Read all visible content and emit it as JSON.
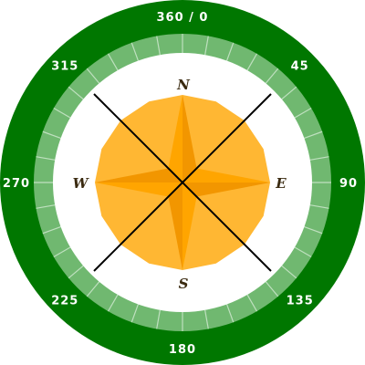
{
  "compass": {
    "degree_labels": [
      {
        "angle": 0,
        "text": "360 / 0"
      },
      {
        "angle": 45,
        "text": "45"
      },
      {
        "angle": 90,
        "text": "90"
      },
      {
        "angle": 135,
        "text": "135"
      },
      {
        "angle": 180,
        "text": "180"
      },
      {
        "angle": 225,
        "text": "225"
      },
      {
        "angle": 270,
        "text": "270"
      },
      {
        "angle": 315,
        "text": "315"
      }
    ],
    "cardinals": {
      "north": "N",
      "east": "E",
      "south": "S",
      "west": "W"
    },
    "ring_segments": 36,
    "colors": {
      "outer_ring": "#007700",
      "inner_ring": "#70b870",
      "tick": "#bfe0bf",
      "face": "#ffffff",
      "rose_disc": "#ffb733",
      "rose_star": "#ffa500",
      "rose_star_shade": "#f29600",
      "cross_lines": "#000000"
    }
  }
}
